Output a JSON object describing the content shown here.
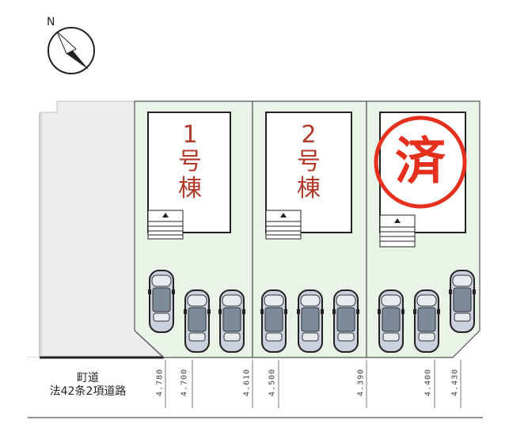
{
  "compass": {
    "north_label": "N"
  },
  "lots": [
    {
      "name_line1": "1",
      "name_line2": "号",
      "name_line3": "棟",
      "status": ""
    },
    {
      "name_line1": "2",
      "name_line2": "号",
      "name_line3": "棟",
      "status": ""
    },
    {
      "name_line1": "",
      "name_line2": "",
      "name_line3": "",
      "status": "済"
    }
  ],
  "road": {
    "line1": "町道",
    "line2": "法42条2項道路"
  },
  "frontage_widths": [
    "4.780",
    "4.700",
    "4.610",
    "4.500",
    "4.390",
    "4.400",
    "4.430"
  ],
  "colors": {
    "lot_fill": "#e9f3e7",
    "road_fill": "#ededed",
    "stamp": "#e4301d",
    "building_label": "#b23a2a"
  }
}
